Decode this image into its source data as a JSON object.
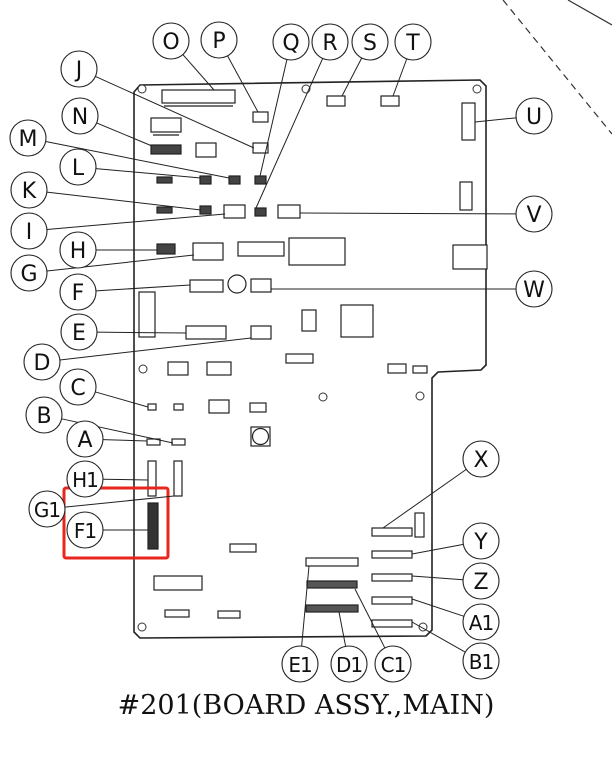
{
  "caption": "#201(BOARD ASSY.,MAIN)",
  "highlight_color": "#e8261e",
  "highlighted_parts": [
    "G1",
    "F1"
  ],
  "callouts": [
    {
      "id": "O",
      "label": "O"
    },
    {
      "id": "P",
      "label": "P"
    },
    {
      "id": "Q",
      "label": "Q"
    },
    {
      "id": "R",
      "label": "R"
    },
    {
      "id": "S",
      "label": "S"
    },
    {
      "id": "T",
      "label": "T"
    },
    {
      "id": "J",
      "label": "J"
    },
    {
      "id": "N",
      "label": "N"
    },
    {
      "id": "M",
      "label": "M"
    },
    {
      "id": "L",
      "label": "L"
    },
    {
      "id": "K",
      "label": "K"
    },
    {
      "id": "I",
      "label": "I"
    },
    {
      "id": "H",
      "label": "H"
    },
    {
      "id": "G",
      "label": "G"
    },
    {
      "id": "F",
      "label": "F"
    },
    {
      "id": "E",
      "label": "E"
    },
    {
      "id": "D",
      "label": "D"
    },
    {
      "id": "C",
      "label": "C"
    },
    {
      "id": "B",
      "label": "B"
    },
    {
      "id": "A",
      "label": "A"
    },
    {
      "id": "H1",
      "label": "H1"
    },
    {
      "id": "G1",
      "label": "G1"
    },
    {
      "id": "F1",
      "label": "F1"
    },
    {
      "id": "U",
      "label": "U"
    },
    {
      "id": "V",
      "label": "V"
    },
    {
      "id": "W",
      "label": "W"
    },
    {
      "id": "X",
      "label": "X"
    },
    {
      "id": "Y",
      "label": "Y"
    },
    {
      "id": "Z",
      "label": "Z"
    },
    {
      "id": "A1",
      "label": "A1"
    },
    {
      "id": "B1",
      "label": "B1"
    },
    {
      "id": "E1",
      "label": "E1"
    },
    {
      "id": "D1",
      "label": "D1"
    },
    {
      "id": "C1",
      "label": "C1"
    }
  ]
}
